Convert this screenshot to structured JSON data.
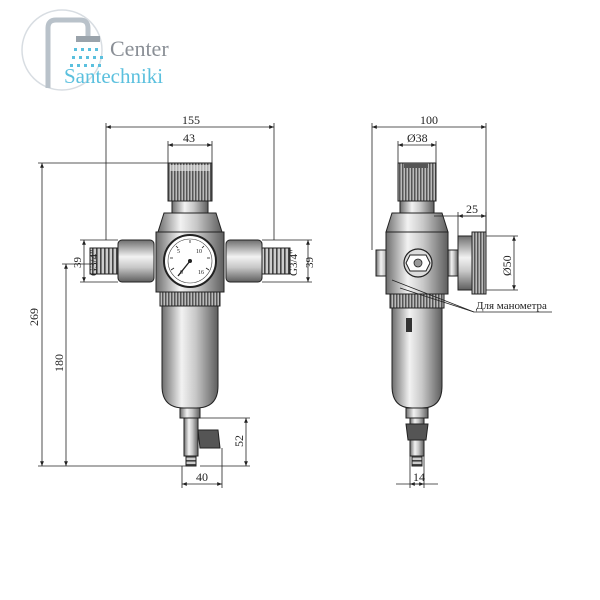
{
  "logo": {
    "line1": "Center",
    "line2": "Santechniki",
    "accent_color": "#5bc0de",
    "gray_color": "#8a8f96",
    "icon": "shower-icon"
  },
  "front_view": {
    "dims": {
      "width_total": "155",
      "width_top": "43",
      "height_total": "269",
      "height_lower": "180",
      "thread_height_left": "39",
      "thread_height_right": "39",
      "thread_left": "G3/4\"",
      "thread_right": "G3/4\"",
      "tap_height": "52",
      "tap_width": "40"
    },
    "gauge_scale": [
      "5",
      "10",
      "0",
      "16"
    ]
  },
  "side_view": {
    "dims": {
      "width_total": "100",
      "diameter_top": "Ø38",
      "offset": "25",
      "diameter_gauge": "Ø50",
      "tap_width": "14"
    },
    "callout": "Для манометра"
  }
}
